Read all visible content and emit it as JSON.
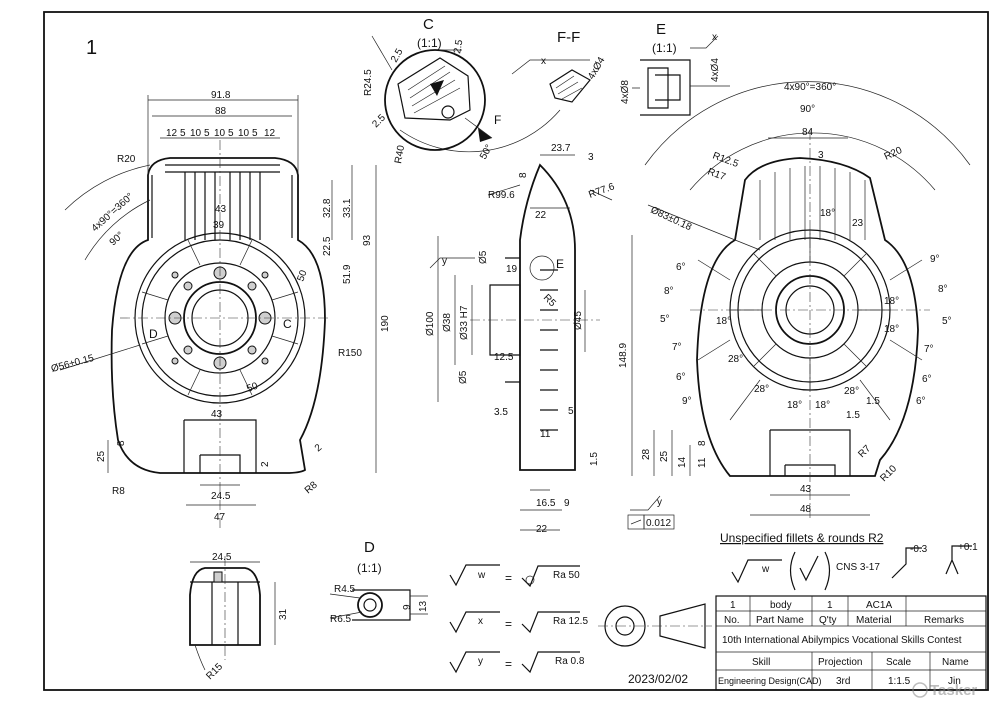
{
  "sheet_number": "1",
  "views": {
    "front": {
      "dims": [
        "91.8",
        "88",
        "12",
        "5",
        "10",
        "5",
        "10",
        "5",
        "10",
        "5",
        "12",
        "R20",
        "4x90°=360°",
        "90°",
        "43",
        "39",
        "32.8",
        "33.1",
        "22.5",
        "51.9",
        "93",
        "190",
        "50",
        "50",
        "R150",
        "Ø56±0.15",
        "D",
        "C",
        "43",
        "8",
        "25",
        "R8",
        "24.5",
        "47",
        "2",
        "R8",
        "2"
      ]
    },
    "detail_c": {
      "title": "C",
      "scale": "(1:1)",
      "dims": [
        "2.5",
        "2.5",
        "R24.5",
        "2.5",
        "R40",
        "F",
        "50°"
      ]
    },
    "section_ff": {
      "title": "F-F",
      "dims": [
        "x",
        "4xØ4"
      ]
    },
    "detail_e": {
      "title": "E",
      "scale": "(1:1)",
      "dims": [
        "x",
        "4xØ4",
        "4xØ8"
      ]
    },
    "side": {
      "dims": [
        "23.7",
        "3",
        "8",
        "R99.6",
        "R77.6",
        "22",
        "y",
        "Ø5",
        "19",
        "E",
        "R5",
        "Ø100",
        "Ø38",
        "Ø33 H7",
        "Ø45",
        "12.5",
        "Ø5",
        "3.5",
        "5",
        "11",
        "1.5",
        "16.5",
        "9",
        "22"
      ]
    },
    "rear": {
      "dims": [
        "4x90°=360°",
        "90°",
        "84",
        "3",
        "R12.5",
        "R17",
        "R20",
        "Ø83±0.18",
        "18°",
        "23",
        "6°",
        "8°",
        "5°",
        "7°",
        "6°",
        "9°",
        "18°",
        "28°",
        "28°",
        "18°",
        "18°",
        "28°",
        "1.5",
        "1.5",
        "18°",
        "18°",
        "8°",
        "5°",
        "7°",
        "6°",
        "6°",
        "148.9",
        "28",
        "25",
        "14",
        "8",
        "11",
        "43",
        "48",
        "R7",
        "R10",
        "9°"
      ]
    },
    "detail_d": {
      "title": "D",
      "scale": "(1:1)",
      "dims": [
        "R4.5",
        "R6.5",
        "9",
        "13"
      ]
    },
    "bottom": {
      "dims": [
        "24.5",
        "31",
        "R15"
      ]
    }
  },
  "flatness": {
    "datum": "y",
    "value": "0.012"
  },
  "notes": {
    "fillets": "Unspecified fillets & rounds R2",
    "general_surface": "w",
    "standard": "CNS 3-17",
    "tol_minus": "-0.3",
    "tol_plus": "+0.1"
  },
  "roughness": [
    {
      "symbol": "w",
      "ra": "Ra 50"
    },
    {
      "symbol": "x",
      "ra": "Ra 12.5"
    },
    {
      "symbol": "y",
      "ra": "Ra 0.8"
    }
  ],
  "date": "2023/02/02",
  "title_block": {
    "row1": [
      "1",
      "body",
      "1",
      "AC1A",
      ""
    ],
    "headers": [
      "No.",
      "Part Name",
      "Q'ty",
      "Material",
      "Remarks"
    ],
    "contest": "10th International Abilympics Vocational Skills Contest",
    "headers2": [
      "Skill",
      "Projection",
      "Scale",
      "Name"
    ],
    "values2": [
      "Engineering Design(CAD)",
      "3rd",
      "1:1.5",
      "Jin"
    ]
  },
  "watermark": "Tasker"
}
